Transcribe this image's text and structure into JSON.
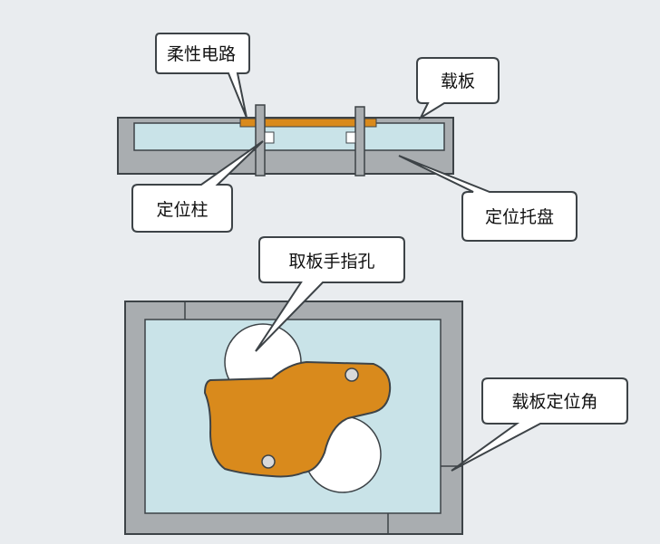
{
  "labels": {
    "flex_circuit": "柔性电路",
    "carrier_board": "载板",
    "locating_pin": "定位柱",
    "locating_tray": "定位托盘",
    "finger_hole": "取板手指孔",
    "carrier_corner": "载板定位角"
  },
  "colors": {
    "background": "#e9ecef",
    "tray_gray": "#a9adb0",
    "carrier_blue": "#c9e3e8",
    "flex_orange": "#d98a1c",
    "outline": "#3d4347",
    "callout_fill": "#ffffff"
  }
}
